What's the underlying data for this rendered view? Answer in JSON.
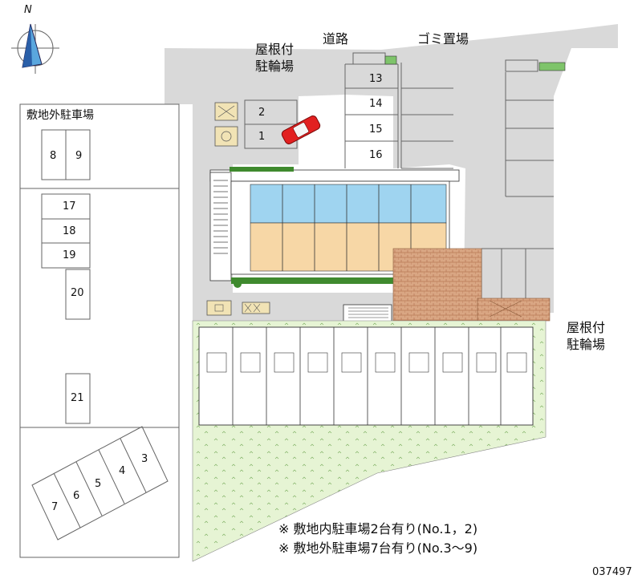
{
  "map": {
    "road_label": "道路",
    "garbage_label": "ゴミ置場",
    "bike_parking_north": [
      "屋根付",
      "駐輪場"
    ],
    "bike_parking_east": [
      "屋根付",
      "駐輪場"
    ],
    "offsite_parking_title": "敷地外駐車場",
    "onsite_spaces": [
      "1",
      "2"
    ],
    "north_lot_spaces": [
      "13",
      "14",
      "15",
      "16"
    ],
    "offsite_spaces_top": [
      "8",
      "9"
    ],
    "offsite_spaces_stack": [
      "17",
      "18",
      "19"
    ],
    "offsite_space_20": "20",
    "offsite_space_21": "21",
    "offsite_spaces_angled": [
      "3",
      "4",
      "5",
      "6",
      "7"
    ],
    "notes": [
      "※ 敷地内駐車場2台有り(No.1，2)",
      "※ 敷地外駐車場7台有り(No.3～9)"
    ],
    "property_code": "037497",
    "compass_label": "N",
    "colors": {
      "road": "#d9d9d9",
      "lawn": "#e4f3d2",
      "hedge": "#3f8a2e",
      "bath_units": "#9fd4f0",
      "room_units": "#f7d7a6",
      "brick_paving": "#d7a17e",
      "car": "#e22020"
    }
  }
}
